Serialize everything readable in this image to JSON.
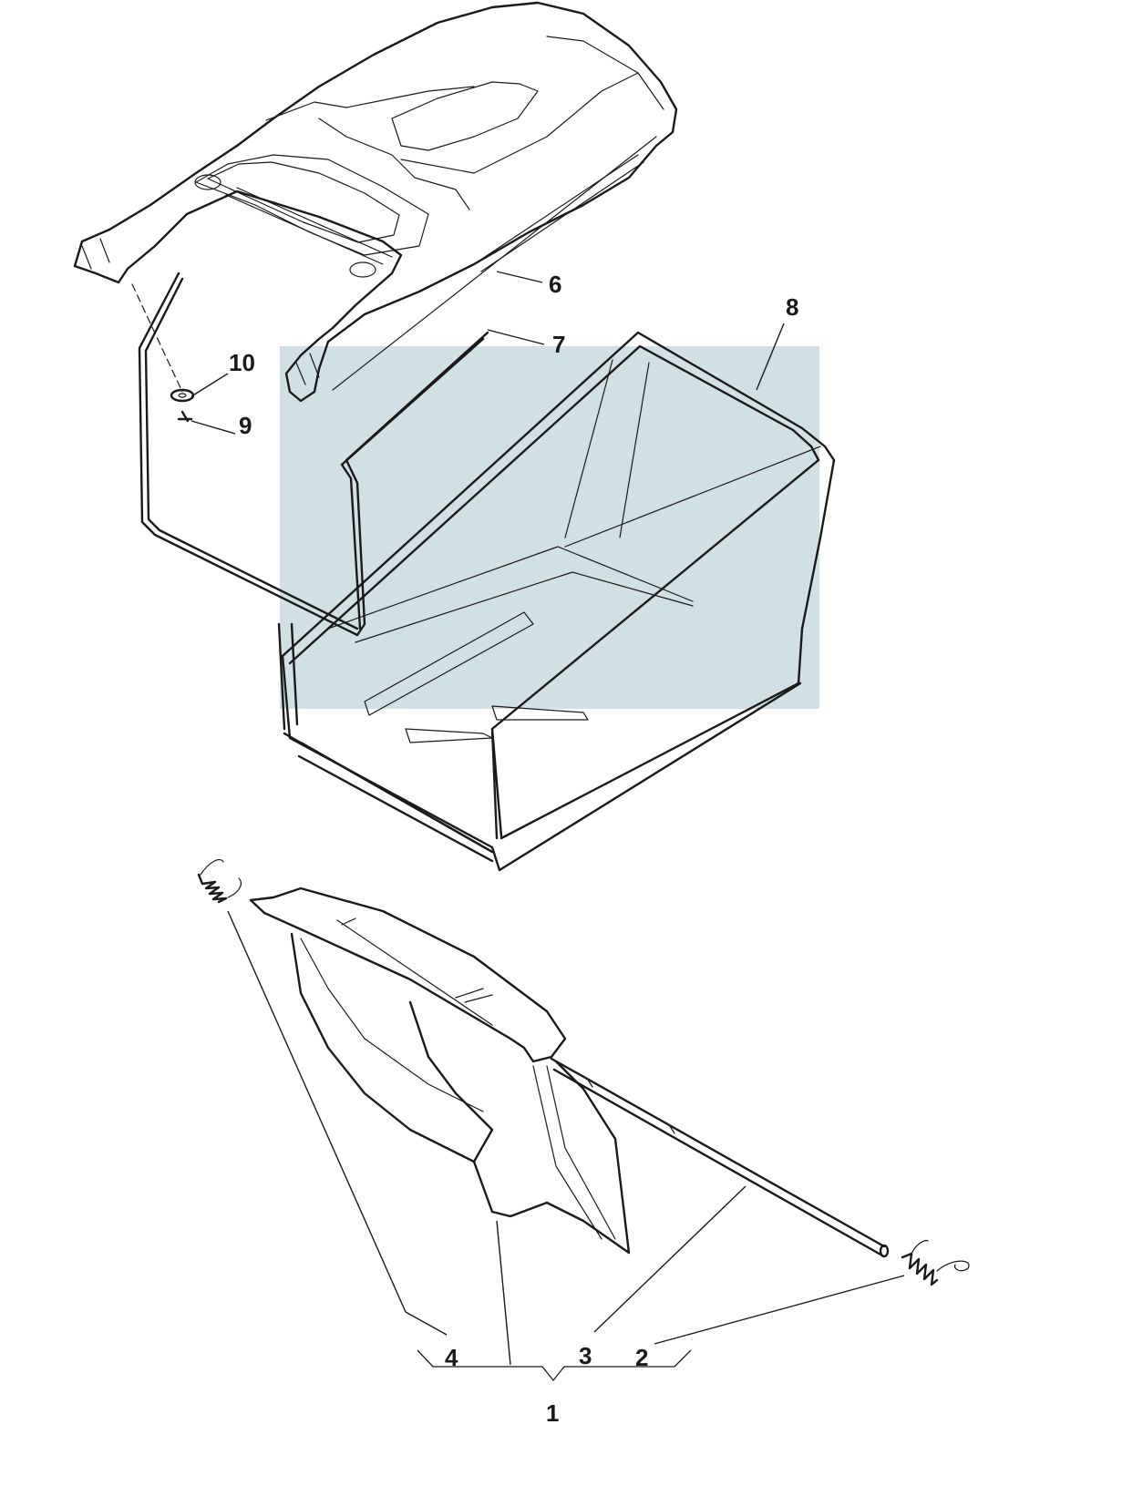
{
  "diagram": {
    "callouts": [
      "1",
      "2",
      "3",
      "4",
      "6",
      "7",
      "8",
      "9",
      "10"
    ],
    "colors": {
      "line": "#1a1a1a",
      "highlight": "#c9dbe0",
      "background": "#ffffff"
    }
  }
}
